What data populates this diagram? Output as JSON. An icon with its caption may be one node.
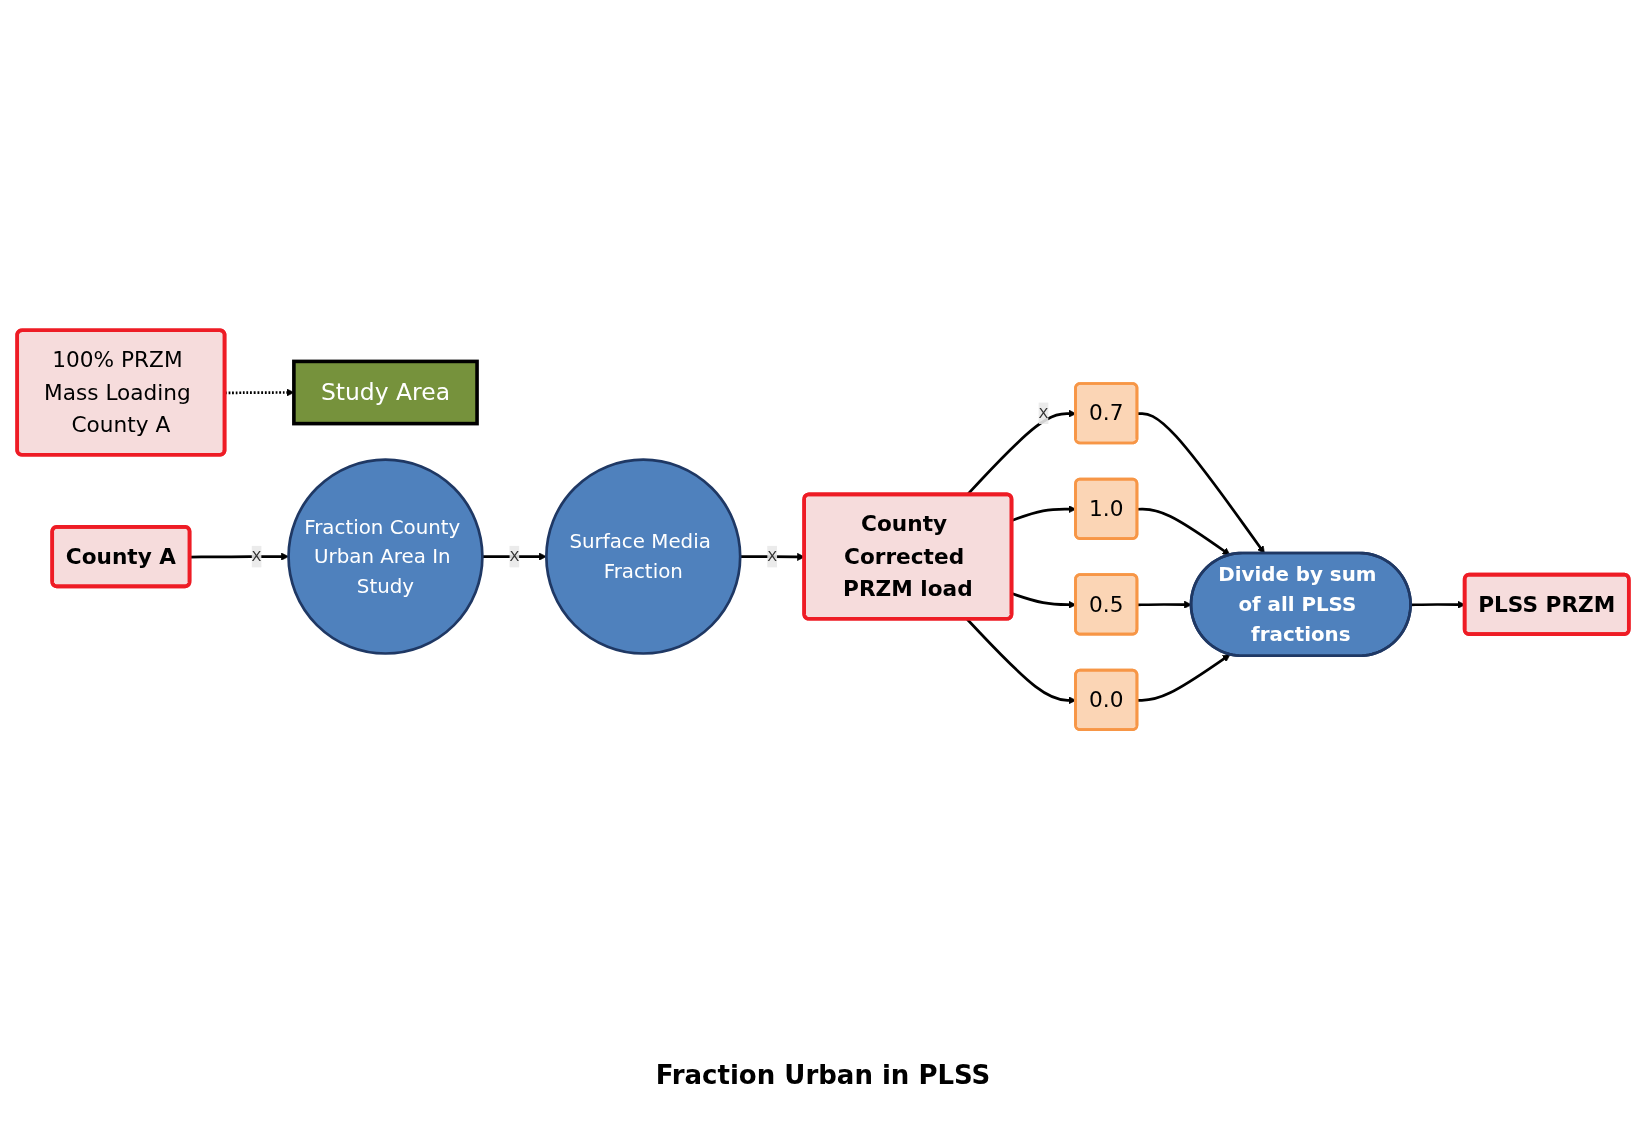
{
  "diagram": {
    "nodes": [
      {
        "text": [
          "100% PRZM Mass Loading County A"
        ]
      },
      {
        "text": [
          "Study Area"
        ]
      },
      {
        "text": [
          "County A"
        ]
      },
      {
        "text": [
          "Fraction County Urban Area In Study"
        ]
      },
      {
        "text": [
          "Surface Media Fraction"
        ]
      },
      {
        "text": [
          "County Corrected PRZM load"
        ]
      },
      {
        "text": [
          "0.7"
        ]
      },
      {
        "text": [
          "1.0"
        ]
      },
      {
        "text": [
          "0.5"
        ]
      },
      {
        "text": [
          "0.0"
        ]
      },
      {
        "text": [
          "Divide by sum of all PLSS fractions"
        ]
      },
      {
        "text": [
          "PLSS PRZM"
        ]
      }
    ],
    "edges": [
      {
        "from": 0,
        "to": 1,
        "arrow": "to",
        "style": "dashed"
      },
      {
        "from": 2,
        "to": 3,
        "arrow": "to",
        "label": "X"
      },
      {
        "from": 3,
        "to": 4,
        "arrow": "to",
        "label": "X"
      },
      {
        "from": 4,
        "to": 5,
        "arrow": "to",
        "label": "X"
      },
      {
        "from": 5,
        "to": 6,
        "arrow": "to",
        "label": "X"
      },
      {
        "from": 5,
        "to": 7,
        "arrow": "to"
      },
      {
        "from": 5,
        "to": 8,
        "arrow": "to"
      },
      {
        "from": 5,
        "to": 9,
        "arrow": "to"
      },
      {
        "from": 6,
        "to": 10,
        "arrow": "to"
      },
      {
        "from": 7,
        "to": 10,
        "arrow": "to"
      },
      {
        "from": 8,
        "to": 10,
        "arrow": "to"
      },
      {
        "from": 9,
        "to": 10,
        "arrow": "to"
      },
      {
        "from": 10,
        "to": 11,
        "arrow": "to"
      }
    ],
    "labels": [
      "Fraction Urban in PLSS"
    ]
  }
}
